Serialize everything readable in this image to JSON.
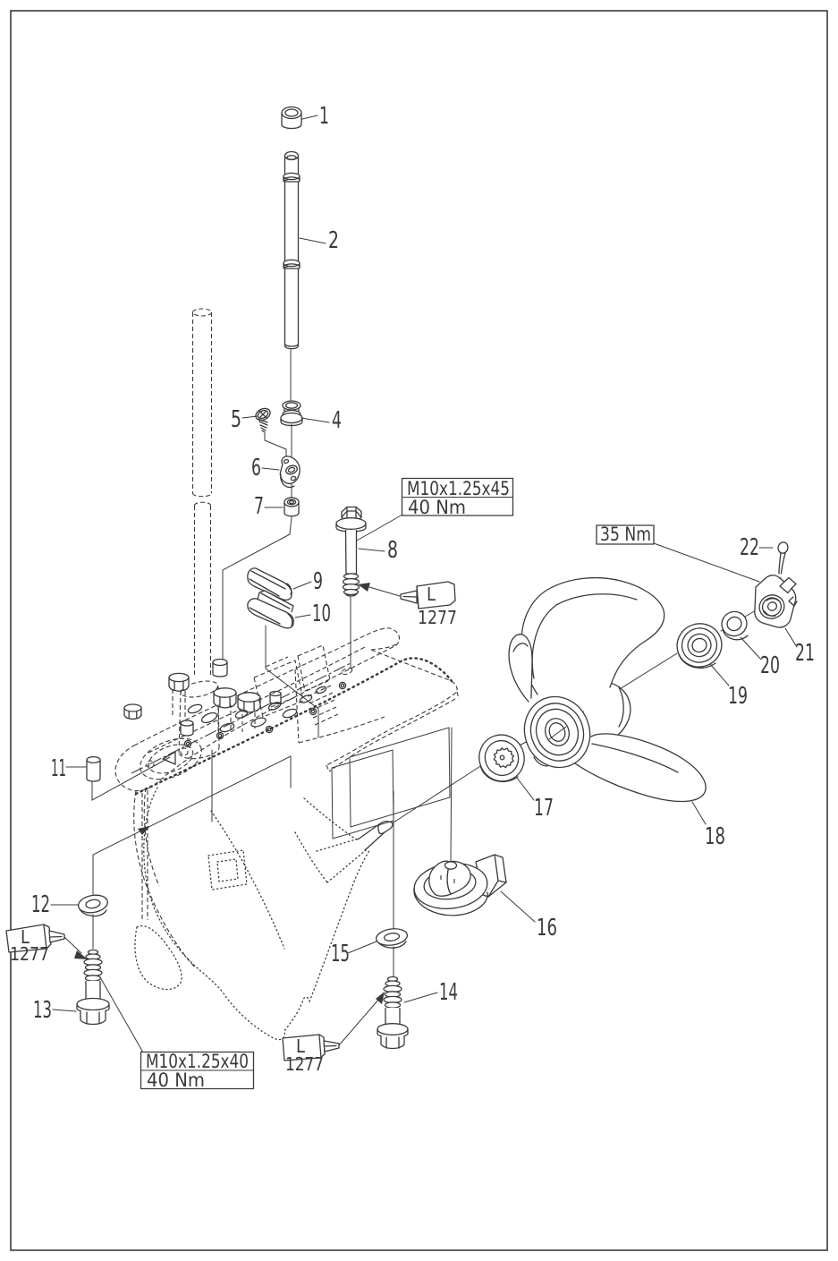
{
  "figure": {
    "type": "exploded-parts-diagram",
    "background": "#ffffff",
    "line_color": "#3a3a3a"
  },
  "callouts": {
    "c1": {
      "label": "1"
    },
    "c2": {
      "label": "2"
    },
    "c4": {
      "label": "4"
    },
    "c5": {
      "label": "5"
    },
    "c6": {
      "label": "6"
    },
    "c7": {
      "label": "7"
    },
    "c8": {
      "label": "8"
    },
    "c9": {
      "label": "9"
    },
    "c10": {
      "label": "10"
    },
    "c11": {
      "label": "11"
    },
    "c12": {
      "label": "12"
    },
    "c13": {
      "label": "13"
    },
    "c14": {
      "label": "14"
    },
    "c15": {
      "label": "15"
    },
    "c16": {
      "label": "16"
    },
    "c17": {
      "label": "17"
    },
    "c18": {
      "label": "18"
    },
    "c19": {
      "label": "19"
    },
    "c20": {
      "label": "20"
    },
    "c21": {
      "label": "21"
    },
    "c22": {
      "label": "22"
    }
  },
  "spec_boxes": {
    "top": {
      "line1": "M10x1.25x45",
      "line2": "40 Nm"
    },
    "bottom": {
      "line1": "M10x1.25x40",
      "line2": "40 Nm"
    },
    "prop_nut": {
      "line1": "35 Nm"
    }
  },
  "sealant_tubes": {
    "tube1": {
      "letter": "L",
      "code": "1277"
    },
    "tube2": {
      "letter": "L",
      "code": "1277"
    },
    "tube3": {
      "letter": "L",
      "code": "1277"
    }
  }
}
